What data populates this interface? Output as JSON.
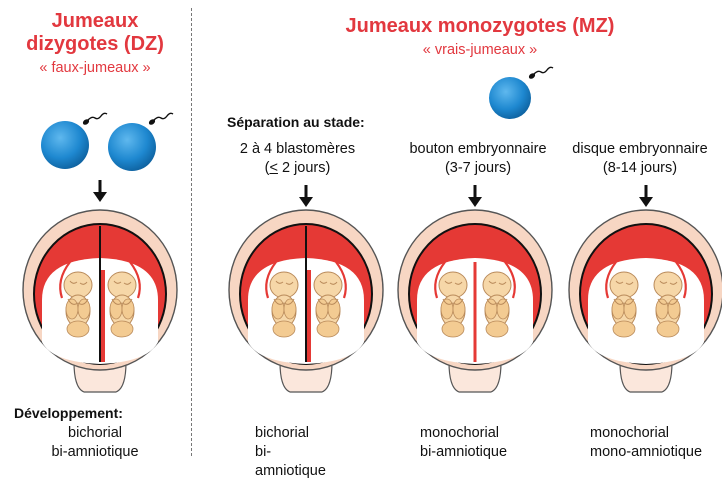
{
  "dz": {
    "title_line1": "Jumeaux",
    "title_line2": "dizygotes (DZ)",
    "subtitle": "« faux-jumeaux »"
  },
  "mz": {
    "title": "Jumeaux monozygotes (MZ)",
    "subtitle": "« vrais-jumeaux »"
  },
  "separation_heading": "Séparation au stade:",
  "stages": [
    {
      "line1": "2 à 4 blastomères",
      "le": "<",
      "line2_rest": " 2 jours)"
    },
    {
      "line1": "bouton embryonnaire",
      "line2": "(3-7 jours)"
    },
    {
      "line1": "disque embryonnaire",
      "line2": "(8-14 jours)"
    }
  ],
  "development_heading": "Développement:",
  "outcomes": [
    {
      "line1": "bichorial",
      "line2": "bi-amniotique"
    },
    {
      "line1": "bichorial",
      "line2": "bi-amniotique"
    },
    {
      "line1": "monochorial",
      "line2": "bi-amniotique"
    },
    {
      "line1": "monochorial",
      "line2": "mono-amniotique"
    }
  ],
  "colors": {
    "accent": "#e2383f",
    "placenta": "#e53935",
    "egg": "#1e88d0",
    "uterus": "#f7d6c3",
    "fetus": "#f6d7a8"
  },
  "icons": [
    "egg-icon",
    "sperm-icon",
    "down-arrow-icon",
    "uterus-icon",
    "fetus-icon"
  ]
}
